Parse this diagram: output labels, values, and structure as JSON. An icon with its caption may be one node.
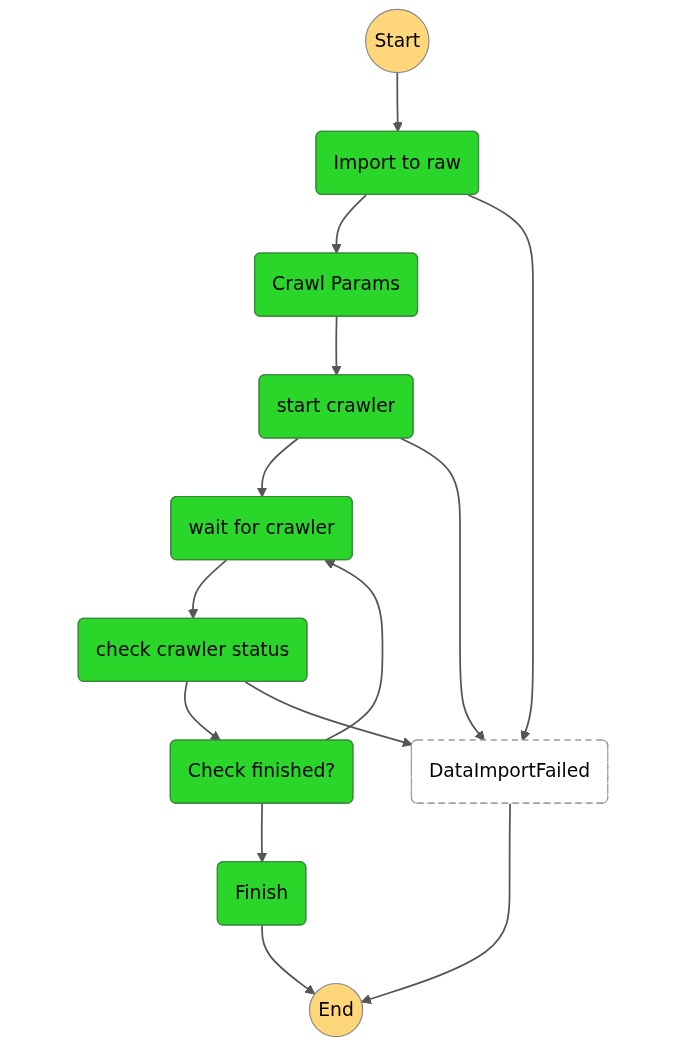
{
  "diagram": {
    "nodes": [
      {
        "text": [
          "Start"
        ]
      },
      {
        "text": [
          "Import to raw"
        ]
      },
      {
        "text": [
          "Crawl Params"
        ]
      },
      {
        "text": [
          "start crawler"
        ]
      },
      {
        "text": [
          "wait for crawler"
        ]
      },
      {
        "text": [
          "check crawler status"
        ]
      },
      {
        "text": [
          "Check finished?"
        ]
      },
      {
        "text": [
          "DataImportFailed"
        ]
      },
      {
        "text": [
          "Finish"
        ]
      },
      {
        "text": [
          "End"
        ]
      }
    ],
    "edges": [
      {
        "from": 0,
        "to": 1,
        "arrow": "to"
      },
      {
        "from": 1,
        "to": 2,
        "arrow": "to"
      },
      {
        "from": 1,
        "to": 7,
        "arrow": "to"
      },
      {
        "from": 2,
        "to": 3,
        "arrow": "to"
      },
      {
        "from": 3,
        "to": 4,
        "arrow": "to"
      },
      {
        "from": 3,
        "to": 7,
        "arrow": "to"
      },
      {
        "from": 4,
        "to": 5,
        "arrow": "to"
      },
      {
        "from": 5,
        "to": 6,
        "arrow": "to"
      },
      {
        "from": 5,
        "to": 7,
        "arrow": "to"
      },
      {
        "from": 6,
        "to": 4,
        "arrow": "to"
      },
      {
        "from": 6,
        "to": 8,
        "arrow": "to"
      },
      {
        "from": 8,
        "to": 9,
        "arrow": "to"
      },
      {
        "from": 7,
        "to": 9,
        "arrow": "to"
      }
    ]
  }
}
